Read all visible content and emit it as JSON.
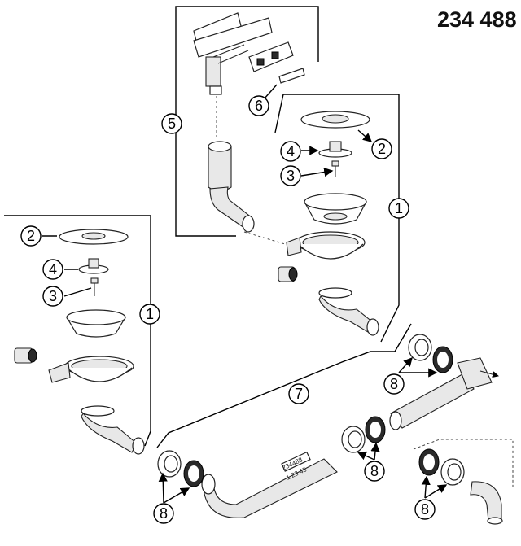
{
  "diagram": {
    "article_number": "234 488",
    "pipe_label_line1": "234488",
    "pipe_label_line2": "1 23 45",
    "callouts": [
      "1",
      "2",
      "3",
      "4",
      "5",
      "6",
      "7",
      "8"
    ]
  }
}
